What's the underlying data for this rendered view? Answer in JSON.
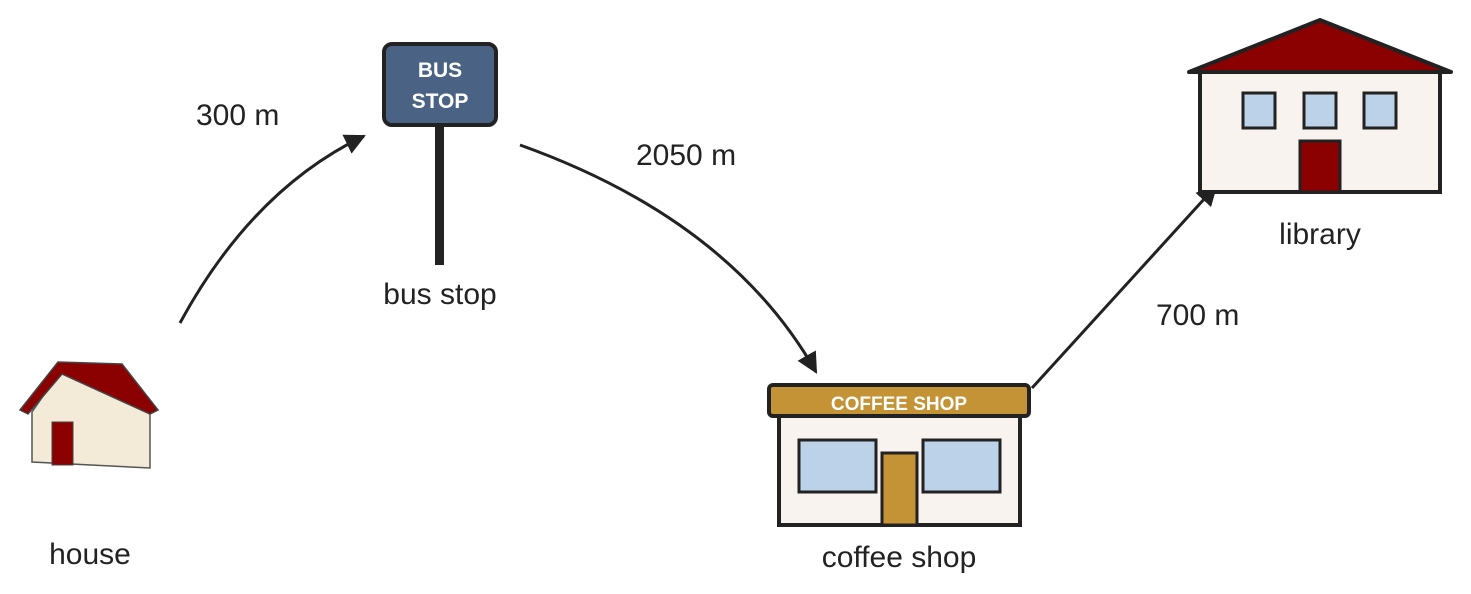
{
  "locations": {
    "house": {
      "label": "house"
    },
    "bus_stop": {
      "label": "bus stop",
      "sign_line1": "BUS",
      "sign_line2": "STOP"
    },
    "coffee_shop": {
      "label": "coffee shop",
      "sign": "COFFEE SHOP"
    },
    "library": {
      "label": "library"
    }
  },
  "routes": [
    {
      "from": "house",
      "to": "bus stop",
      "distance": "300 m"
    },
    {
      "from": "bus stop",
      "to": "coffee shop",
      "distance": "2050 m"
    },
    {
      "from": "coffee shop",
      "to": "library",
      "distance": "700 m"
    }
  ],
  "colors": {
    "roof": "#8b0000",
    "wall": "#f8f3ee",
    "house_wall": "#f3ead8",
    "window": "#bcd2e8",
    "bus_sign": "#4a6385",
    "coffee_accent": "#c49335",
    "outline": "#222222"
  }
}
